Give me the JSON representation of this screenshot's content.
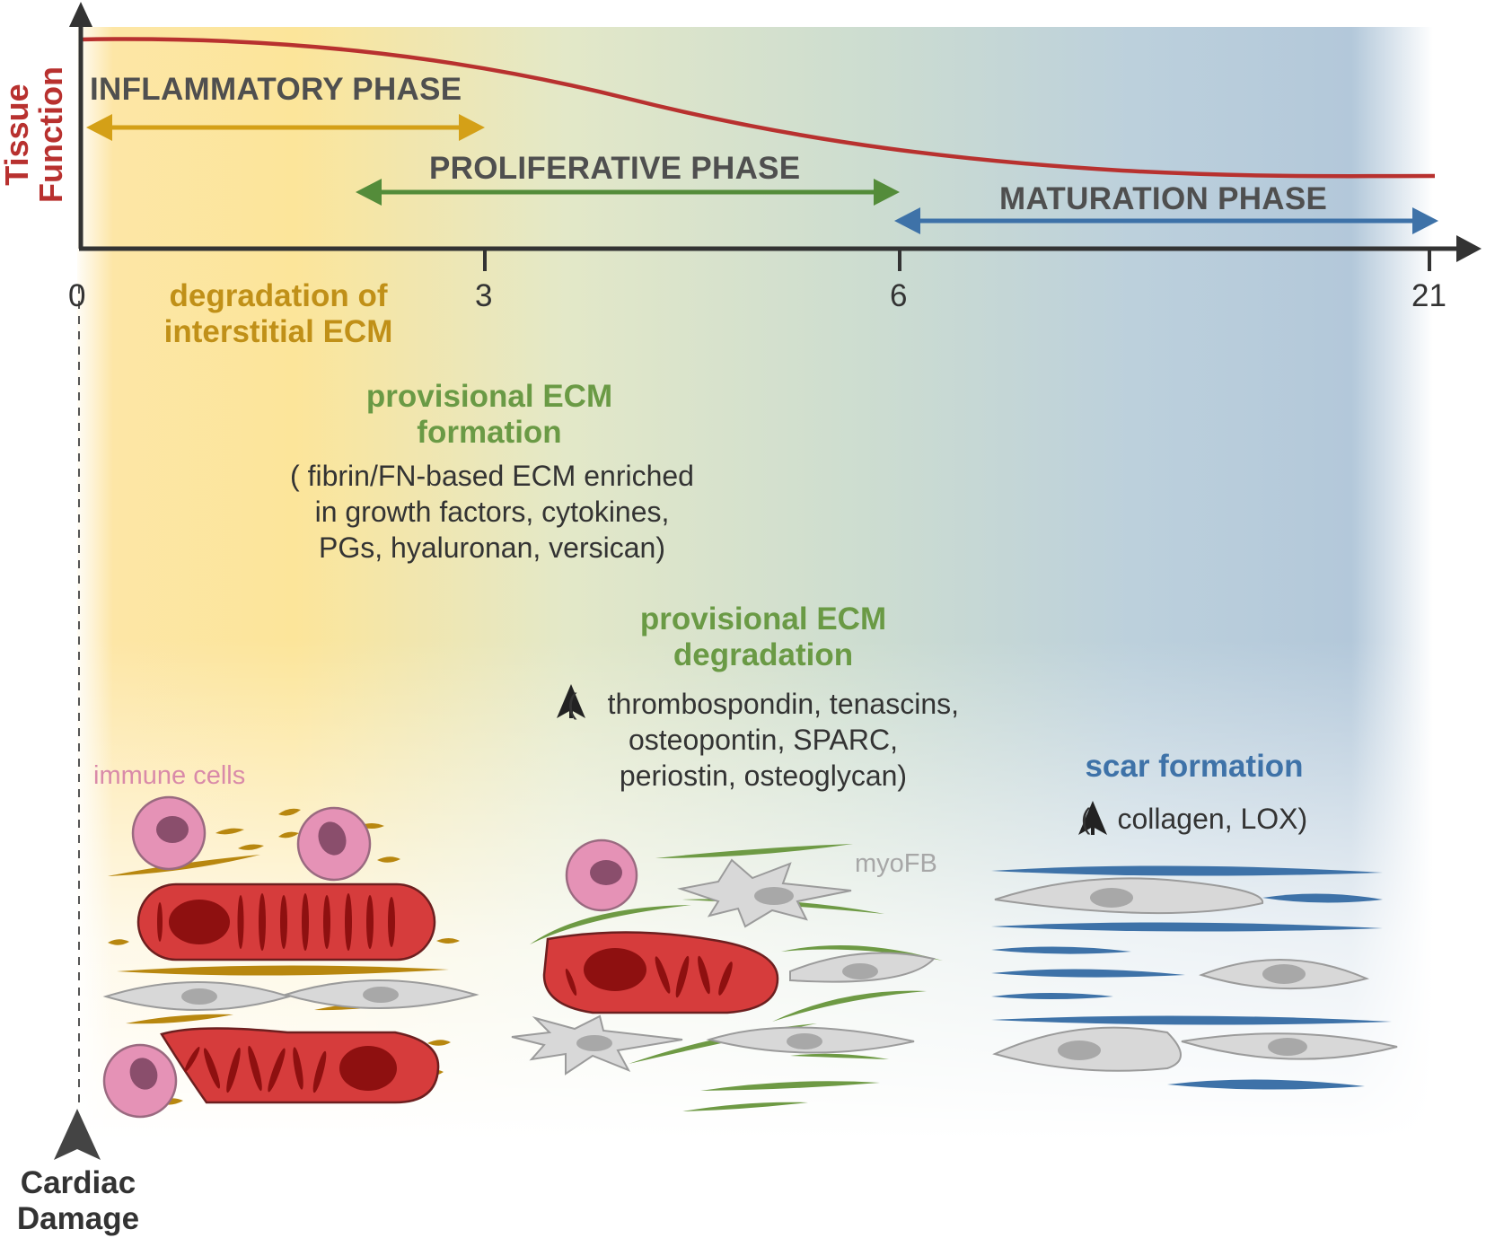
{
  "colors": {
    "function_curve": "#b8312f",
    "inflammatory": "#d4a017",
    "proliferative": "#548c3a",
    "maturation": "#3e72a8",
    "ecm_degradation_text": "#c09018",
    "provisional_text": "#6a9a45",
    "scar_text": "#3e72a8",
    "immune_text": "#d98aa9",
    "myofb_text": "#a7a7a7",
    "cardiomyocyte": "#d63c3c",
    "cell_gray": "#d8d8d8"
  },
  "y_axis": {
    "title_line1": "Tissue",
    "title_line2": "Function"
  },
  "x_axis": {
    "ticks": [
      "0",
      "3",
      "6",
      "21"
    ]
  },
  "phases": {
    "inflammatory": "INFLAMMATORY PHASE",
    "proliferative": "PROLIFERATIVE PHASE",
    "maturation": "MATURATION PHASE"
  },
  "labels": {
    "ecm_degradation_1": "degradation of",
    "ecm_degradation_2": "interstitial ECM",
    "prov_formation_1": "provisional ECM",
    "prov_formation_2": "formation",
    "prov_formation_detail_1": "( fibrin/FN-based ECM enriched",
    "prov_formation_detail_2": "in growth factors, cytokines,",
    "prov_formation_detail_3": "PGs, hyaluronan, versican)",
    "prov_degradation_1": "provisional ECM",
    "prov_degradation_2": "degradation",
    "prov_degradation_detail_1a": "(",
    "prov_degradation_detail_1b": "thrombospondin, tenascins,",
    "prov_degradation_detail_2": "osteopontin, SPARC,",
    "prov_degradation_detail_3": "periostin, osteoglycan)",
    "scar_formation": "scar formation",
    "scar_detail_a": "(",
    "scar_detail_b": "collagen, LOX)",
    "immune_cells": "immune cells",
    "myofb": "myoFB",
    "cardiac_damage_1": "Cardiac",
    "cardiac_damage_2": "Damage"
  }
}
